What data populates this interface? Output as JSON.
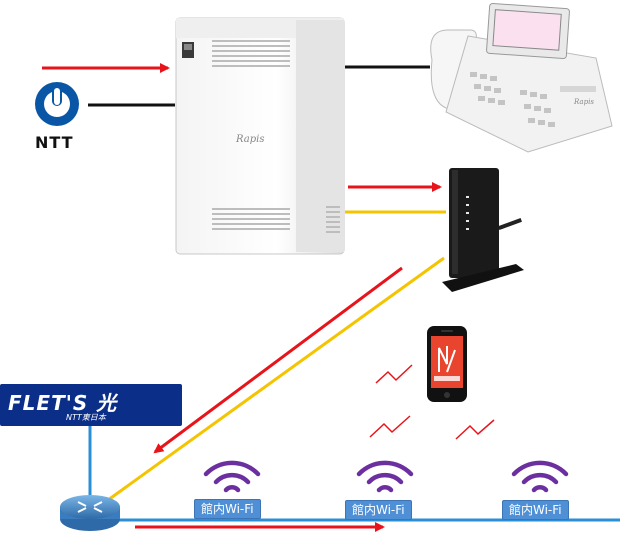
{
  "ntt": {
    "label": "NTT"
  },
  "flets": {
    "title": "FLET'S 光",
    "subtitle": "NTT東日本"
  },
  "pbx": {
    "brand": "Rapis"
  },
  "phone": {
    "brand": "Rapis"
  },
  "wifi_spots": [
    {
      "label": "館内Wi-Fi"
    },
    {
      "label": "館内Wi-Fi"
    },
    {
      "label": "館内Wi-Fi"
    }
  ],
  "colors": {
    "red_line": "#e8141c",
    "yellow_line": "#f5c400",
    "black_line": "#111111",
    "blue_line": "#2a8fd6",
    "wifi_purple": "#6b2fa0",
    "flets_blue": "#0b2f88"
  }
}
